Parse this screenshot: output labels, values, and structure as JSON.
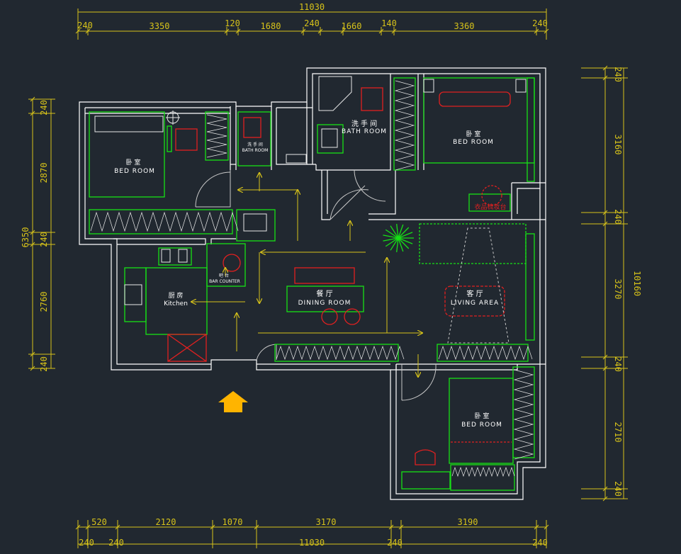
{
  "colors": {
    "background": "#212830",
    "wall": "#ffffff",
    "furniture": "#16e016",
    "fixture": "#e8e8e8",
    "red": "#e02020",
    "dimension": "#d6c21a",
    "flow_arrow": "#d6c21a",
    "entrance": "#ffb400"
  },
  "dimensions": {
    "top_total": "11030",
    "top_segments": [
      "240",
      "3350",
      "120",
      "1680",
      "240",
      "1660",
      "140",
      "3360",
      "240"
    ],
    "bottom_segments": [
      "520",
      "2120",
      "1070",
      "3170",
      "3190"
    ],
    "bottom_row2": [
      "240",
      "240",
      "11030",
      "240",
      "240"
    ],
    "left_total": "6350",
    "left_segments": [
      "240",
      "2870",
      "240",
      "2760",
      "240"
    ],
    "right_total": "10160",
    "right_segments": [
      "240",
      "3160",
      "240",
      "3270",
      "240",
      "2710",
      "240"
    ]
  },
  "rooms": {
    "bedroom_left": {
      "cn": "卧 室",
      "en": "BED ROOM"
    },
    "bath_small": {
      "cn": "洗 手 间",
      "en": "BATH ROOM"
    },
    "bath_main": {
      "cn": "洗 手 间",
      "en": "BATH ROOM"
    },
    "bedroom_master": {
      "cn": "卧 室",
      "en": "BED ROOM"
    },
    "dressing": {
      "cn": "衣品梳妆台"
    },
    "kitchen": {
      "cn": "厨 房",
      "en": "Kitchen"
    },
    "bar": {
      "cn": "吧 台",
      "en": "BAR COUNTER"
    },
    "dining": {
      "cn": "餐 厅",
      "en": "DINING ROOM"
    },
    "living": {
      "cn": "客 厅",
      "en": "LIVING AREA"
    },
    "bedroom_small": {
      "cn": "卧 室",
      "en": "BED ROOM"
    }
  },
  "icons": [
    "entrance-arrow-icon",
    "plant-icon"
  ]
}
